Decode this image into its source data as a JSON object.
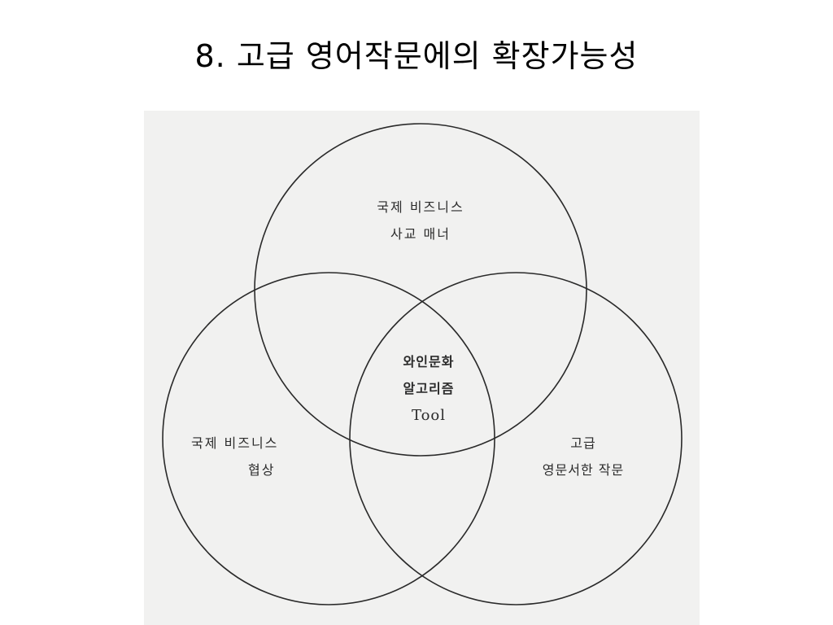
{
  "slide": {
    "title": "8. 고급 영어작문에의 확장가능성"
  },
  "diagram": {
    "top_circle": {
      "line1": "국제 비즈니스",
      "line2": "사교 매너"
    },
    "left_circle": {
      "line1": "국제 비즈니스",
      "line2": "협상"
    },
    "right_circle": {
      "line1": "고급",
      "line2": "영문서한 작문"
    },
    "center": {
      "line1": "와인문화",
      "line2": "알고리즘",
      "line3": "Tool"
    },
    "colors": {
      "background": "#f1f1f0",
      "stroke": "#2a2a2a"
    }
  }
}
